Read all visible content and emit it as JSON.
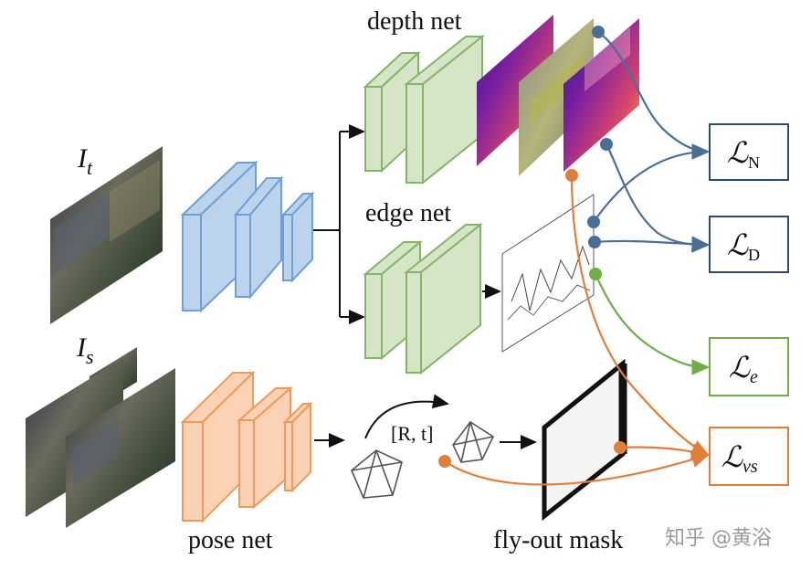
{
  "labels": {
    "depth_net": "depth net",
    "edge_net": "edge net",
    "pose_net": "pose net",
    "fly_out_mask": "fly-out mask",
    "rt": "[R, t]",
    "it_main": "I",
    "it_sub": "t",
    "is_main": "I",
    "is_sub": "s"
  },
  "losses": {
    "ln": {
      "script": "ℒ",
      "sub": "N"
    },
    "ld": {
      "script": "ℒ",
      "sub": "D"
    },
    "le": {
      "script": "ℒ",
      "sub": "e"
    },
    "lvs": {
      "script": "ℒ",
      "sub": "vs"
    }
  },
  "watermark": "知乎 @黄浴",
  "colors": {
    "blue_fill": "#bcd3ec",
    "blue_edge": "#6f9fd3",
    "green_fill": "#d4e6c5",
    "green_edge": "#86b36a",
    "orange_fill": "#fbd3b4",
    "orange_edge": "#ee9a5c",
    "conn_blue": "#4a6f96",
    "conn_green": "#70ad47",
    "conn_orange": "#e07f3b",
    "box_blue": "#2f4b6b",
    "box_green": "#70ad47",
    "box_orange": "#e07f3b"
  }
}
